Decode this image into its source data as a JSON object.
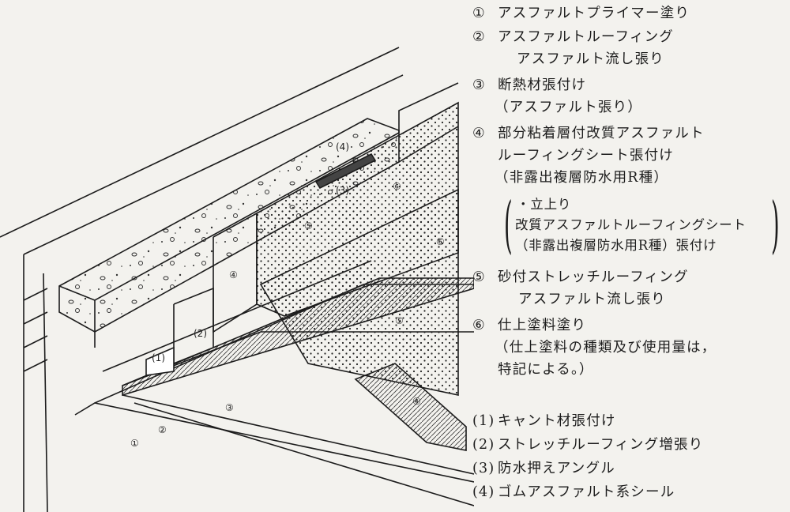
{
  "legend": {
    "items": [
      {
        "num": "①",
        "lines": [
          "アスファルトプライマー塗り"
        ]
      },
      {
        "num": "②",
        "lines": [
          "アスファルトルーフィング",
          "アスファルト流し張り"
        ]
      },
      {
        "num": "③",
        "lines": [
          "断熱材張付け",
          "（アスファルト張り）"
        ]
      },
      {
        "num": "④",
        "lines": [
          "部分粘着層付改質アスファルト",
          "ルーフィングシート張付け",
          "（非露出複層防水用R種）"
        ]
      },
      {
        "num": "",
        "lines": [
          "・立上り",
          "改質アスファルトルーフィングシート",
          "（非露出複層防水用R種）張付け"
        ]
      },
      {
        "num": "⑤",
        "lines": [
          "砂付ストレッチルーフィング",
          "アスファルト流し張り"
        ]
      },
      {
        "num": "⑥",
        "lines": [
          "仕上塗料塗り",
          "（仕上塗料の種類及び使用量は，",
          "特記による。）"
        ]
      }
    ],
    "sub_items": [
      {
        "num": "(1)",
        "text": "キャント材張付け"
      },
      {
        "num": "(2)",
        "text": "ストレッチルーフィング増張り"
      },
      {
        "num": "(3)",
        "text": "防水押えアングル"
      },
      {
        "num": "(4)",
        "text": "ゴムアスファルト系シール"
      }
    ]
  },
  "drawing_tags": {
    "c1": "①",
    "c2": "②",
    "c3": "③",
    "c4": "④",
    "c5": "⑤",
    "c5b": "⑤",
    "c6": "⑥",
    "c6b": "⑥",
    "c4b": "④",
    "p1": "(1)",
    "p2": "(2)",
    "p3": "(3)",
    "p4": "(4)"
  },
  "colors": {
    "ink": "#1c1c1c",
    "paper": "#f3f2ee"
  }
}
